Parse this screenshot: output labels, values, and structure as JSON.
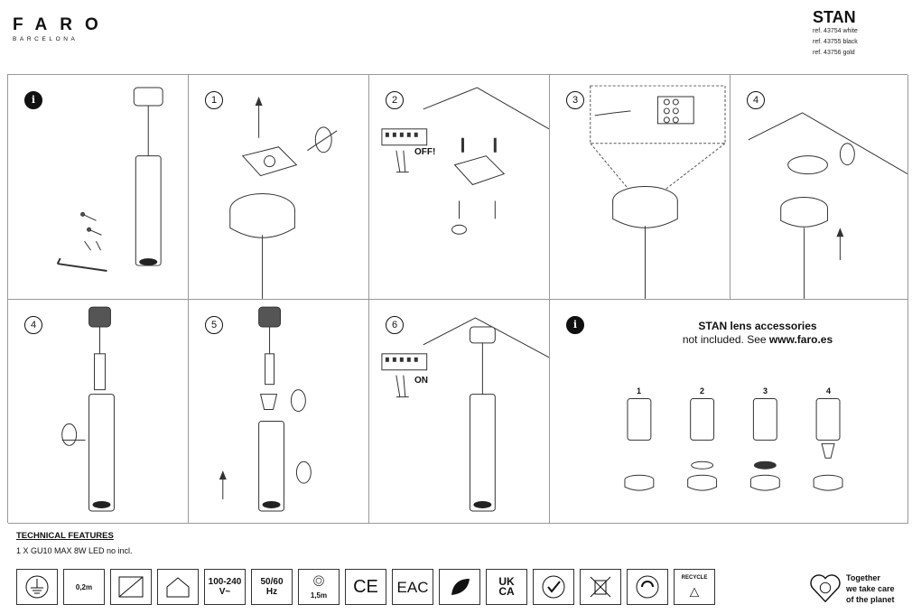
{
  "brand": {
    "name": "FARO",
    "sub": "BARCELONA"
  },
  "product": {
    "title": "STAN",
    "refs": [
      "ref. 43754 white",
      "ref. 43755 black",
      "ref. 43756 gold"
    ]
  },
  "steps": {
    "info_badge": "i",
    "s1": "1",
    "s2": "2",
    "s3": "3",
    "s4": "4",
    "s4b": "4",
    "s5": "5",
    "s6": "6",
    "off_label": "OFF!",
    "on_label": "ON"
  },
  "accessories": {
    "title": "STAN lens accessories",
    "subtitle_prefix": "not included. See ",
    "subtitle_link": "www.faro.es",
    "items": [
      "1",
      "2",
      "3",
      "4"
    ]
  },
  "technical": {
    "heading": "TECHNICAL FEATURES",
    "line": "1 X GU10 MAX 8W LED no incl."
  },
  "icons": {
    "cable_label": "0,2m",
    "voltage_line1": "100-240",
    "voltage_line2": "V~",
    "freq_line1": "50/60",
    "freq_line2": "Hz",
    "cable_length": "1,5m",
    "ce": "CE",
    "eac": "EAC",
    "ukca_line1": "UK",
    "ukca_line2": "CA",
    "recycle_label": "RECYCLE"
  },
  "eco": {
    "line1": "Together",
    "line2": "we take care",
    "line3": "of the planet"
  }
}
